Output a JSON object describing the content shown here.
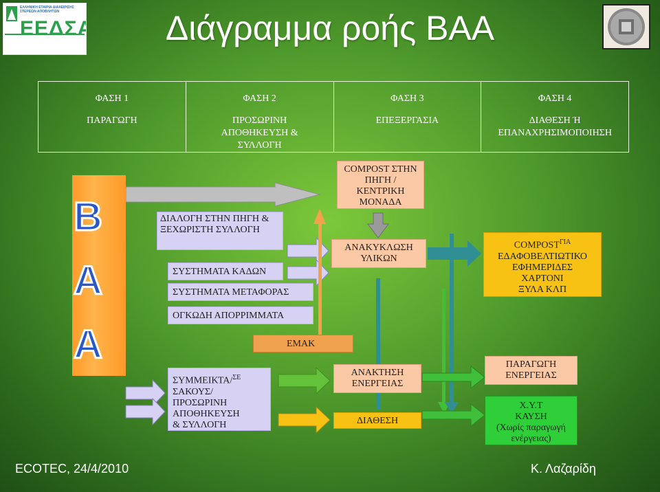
{
  "header": {
    "title": "Διάγραμμα ροής ΒΑΑ",
    "logo_left_text": "ΕΕΔΣΑ",
    "logo_left_caption_1": "ΕΛΛΗΝΙΚΗ ΕΤΑΙΡΙΑ ΔΙΑΧΕΙΡΙΣΗΣ",
    "logo_left_caption_2": "ΣΤΕΡΕΩΝ ΑΠΟΒΛΗΤΩΝ"
  },
  "phases": [
    {
      "num": "ΦΑΣΗ 1",
      "name": "ΠΑΡΑΓΩΓΗ"
    },
    {
      "num": "ΦΑΣΗ 2",
      "name": "ΠΡΟΣΩΡΙΝΗ ΑΠΟΘΗΚΕΥΣΗ & ΣΥΛΛΟΓΗ"
    },
    {
      "num": "ΦΑΣΗ 3",
      "name": "ΕΠΕΞΕΡΓΑΣΙΑ"
    },
    {
      "num": "ΦΑΣΗ 4",
      "name": "ΔΙΑΘΕΣΗ Ή ΕΠΑΝΑΧΡΗΣΙΜΟΠΟΙΗΣΗ"
    }
  ],
  "side_letters": [
    "Β",
    "Α",
    "Α"
  ],
  "boxes": {
    "dialogi": "ΔΙΑΛΟΓΗ ΣΤΗΝ ΠΗΓΗ & ΞΕΧΩΡΙΣΤΗ ΣΥΛΛΟΓΗ",
    "systimata_kadon": "ΣΥΣΤΗΜΑΤΑ ΚΑΔΩΝ",
    "systimata_metaforas": "ΣΥΣΤΗΜΑΤΑ ΜΕΤΑΦΟΡΑΣ",
    "ogkodi": "ΟΓΚΩΔΗ ΑΠΟΡΡΙΜΜΑΤΑ",
    "emak": "ΕΜΑΚ",
    "symmeikta_1": "ΣΥΜΜΕΙΚΤΑ/",
    "symmeikta_se": "ΣΕ",
    "symmeikta_2": "ΣΑΚΟΥΣ/",
    "symmeikta_3": "ΠΡΟΣΩΡΙΝΗ",
    "symmeikta_4": "ΑΠΟΘΗΚΕΥΣΗ",
    "symmeikta_5": "& ΣΥΛΛΟΓΗ",
    "compost_pigi": "COMPOST ΣΤΗΝ ΠΗΓΗ / ΚΕΝΤΡΙΚΗ ΜΟΝΑΔΑ",
    "anakyklosi": "ΑΝΑΚΥΚΛΩΣΗ ΥΛΙΚΩΝ",
    "anaktisi": "ΑΝΑΚΤΗΣΗ ΕΝΕΡΓΕΙΑΣ",
    "diathesi": "ΔΙΑΘΕΣΗ",
    "compost_gia_1": "COMPOST",
    "compost_gia_2": "ΓΙΑ",
    "edafo": "ΕΔΑΦΟΒΕΛΤΙΩΤΙΚΟ",
    "efimerides": "ΕΦΗΜΕΡΙΔΕΣ",
    "xartoni": "ΧΑΡΤΟΝΙ",
    "xyla": "ΞΥΛΑ ΚΛΠ",
    "paragogi_energeias": "ΠΑΡΑΓΩΓΗ ΕΝΕΡΓΕΙΑΣ",
    "xyt": "Χ.Υ.Τ",
    "kafsi": "ΚΑΥΣΗ",
    "xoris": "(Χωρίς παραγωγή ενέργειας)"
  },
  "footer": {
    "left": "ECOTEC, 24/4/2010",
    "right": "Κ. Λαζαρίδη"
  },
  "colors": {
    "lavender": "#d7d2f4",
    "peach": "#fbc9a5",
    "orange": "#f0a24f",
    "yellow": "#f7c213",
    "green": "#2fcf3a",
    "letter_blue": "#2a58c9",
    "teal_arrow": "#2f8f95"
  }
}
